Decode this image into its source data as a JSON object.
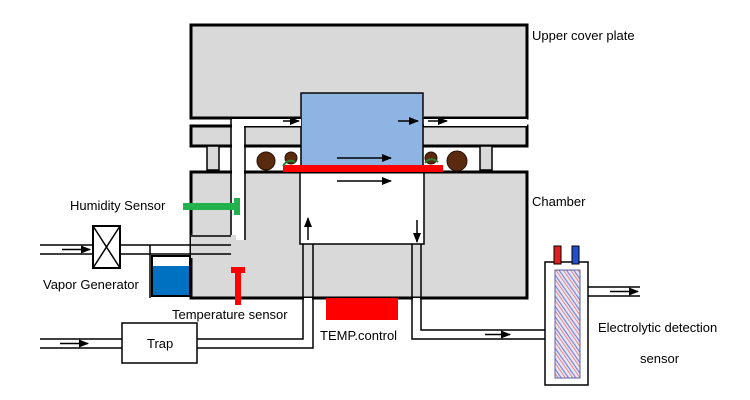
{
  "labels": {
    "upper_cover_plate": "Upper cover plate",
    "chamber": "Chamber",
    "humidity_sensor": "Humidity Sensor",
    "vapor_generator": "Vapor Generator",
    "temperature_sensor": "Temperature sensor",
    "temp_control": "TEMP.control",
    "trap": "Trap",
    "electrolytic_line1": "Electrolytic detection",
    "electrolytic_line2": "sensor"
  },
  "colors": {
    "housing": "#d9d9d9",
    "sample_block": "#8eb4e3",
    "heater_strip": "#ff0000",
    "humidity_sensor": "#22b14c",
    "water": "#0070c0",
    "o_ring": "#5a2a0e",
    "sensor_body": "#e8e8f4",
    "electrode_red": "#e02020",
    "electrode_blue": "#2050d0"
  }
}
